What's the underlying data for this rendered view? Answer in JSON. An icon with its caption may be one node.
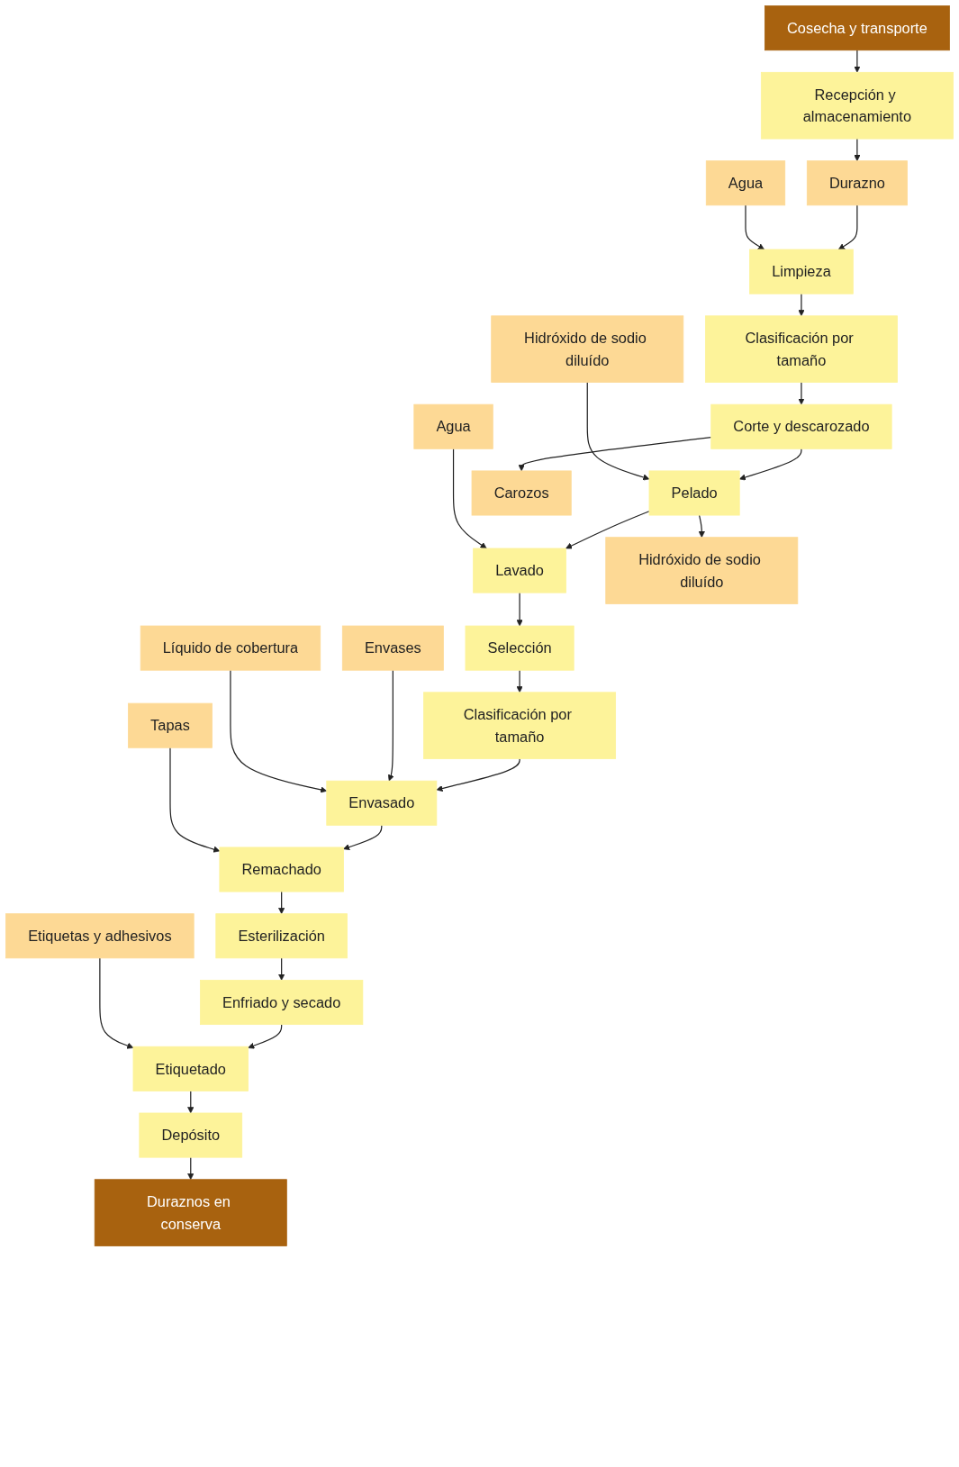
{
  "diagram": {
    "nodes": [
      {
        "text": [
          "Recepción y almacenamiento"
        ]
      },
      {
        "text": [
          "Cosecha y transporte"
        ]
      },
      {
        "text": [
          "Durazno"
        ]
      },
      {
        "text": [
          "Agua"
        ]
      },
      {
        "text": [
          "Limpieza"
        ]
      },
      {
        "text": [
          "Clasificación por tamaño"
        ]
      },
      {
        "text": [
          "Corte y descarozado"
        ]
      },
      {
        "text": [
          "Carozos"
        ]
      },
      {
        "text": [
          "Hidróxido de sodio diluído"
        ]
      },
      {
        "text": [
          "Pelado"
        ]
      },
      {
        "text": [
          "Hidróxido de sodio diluído"
        ]
      },
      {
        "text": [
          "Agua"
        ]
      },
      {
        "text": [
          "Lavado"
        ]
      },
      {
        "text": [
          "Selección"
        ]
      },
      {
        "text": [
          "Clasificación por tamaño"
        ]
      },
      {
        "text": [
          "Envases"
        ]
      },
      {
        "text": [
          "Envasado"
        ]
      },
      {
        "text": [
          "Líquido de cobertura"
        ]
      },
      {
        "text": [
          "Tapas"
        ]
      },
      {
        "text": [
          "Remachado"
        ]
      },
      {
        "text": [
          "Esterilización"
        ]
      },
      {
        "text": [
          "Enfriado y secado"
        ]
      },
      {
        "text": [
          "Etiquetas y adhesivos"
        ]
      },
      {
        "text": [
          "Etiquetado"
        ]
      },
      {
        "text": [
          "Depósito"
        ]
      },
      {
        "text": [
          "Duraznos en conserva"
        ]
      }
    ],
    "edges": [
      {
        "from": 1,
        "to": 0,
        "arrow": "to"
      },
      {
        "from": 0,
        "to": 2,
        "arrow": "to"
      },
      {
        "from": 2,
        "to": 4,
        "arrow": "to"
      },
      {
        "from": 3,
        "to": 4,
        "arrow": "to"
      },
      {
        "from": 4,
        "to": 5,
        "arrow": "to"
      },
      {
        "from": 5,
        "to": 6,
        "arrow": "to"
      },
      {
        "from": 6,
        "to": 7,
        "arrow": "to"
      },
      {
        "from": 6,
        "to": 9,
        "arrow": "to"
      },
      {
        "from": 8,
        "to": 9,
        "arrow": "to"
      },
      {
        "from": 9,
        "to": 10,
        "arrow": "to"
      },
      {
        "from": 9,
        "to": 12,
        "arrow": "to"
      },
      {
        "from": 11,
        "to": 12,
        "arrow": "to"
      },
      {
        "from": 12,
        "to": 13,
        "arrow": "to"
      },
      {
        "from": 13,
        "to": 14,
        "arrow": "to"
      },
      {
        "from": 14,
        "to": 16,
        "arrow": "to"
      },
      {
        "from": 15,
        "to": 16,
        "arrow": "to"
      },
      {
        "from": 17,
        "to": 16,
        "arrow": "to"
      },
      {
        "from": 16,
        "to": 19,
        "arrow": "to"
      },
      {
        "from": 18,
        "to": 19,
        "arrow": "to"
      },
      {
        "from": 19,
        "to": 20,
        "arrow": "to"
      },
      {
        "from": 20,
        "to": 21,
        "arrow": "to"
      },
      {
        "from": 21,
        "to": 23,
        "arrow": "to"
      },
      {
        "from": 22,
        "to": 23,
        "arrow": "to"
      },
      {
        "from": 23,
        "to": 24,
        "arrow": "to"
      },
      {
        "from": 24,
        "to": 25,
        "arrow": "to"
      }
    ]
  }
}
